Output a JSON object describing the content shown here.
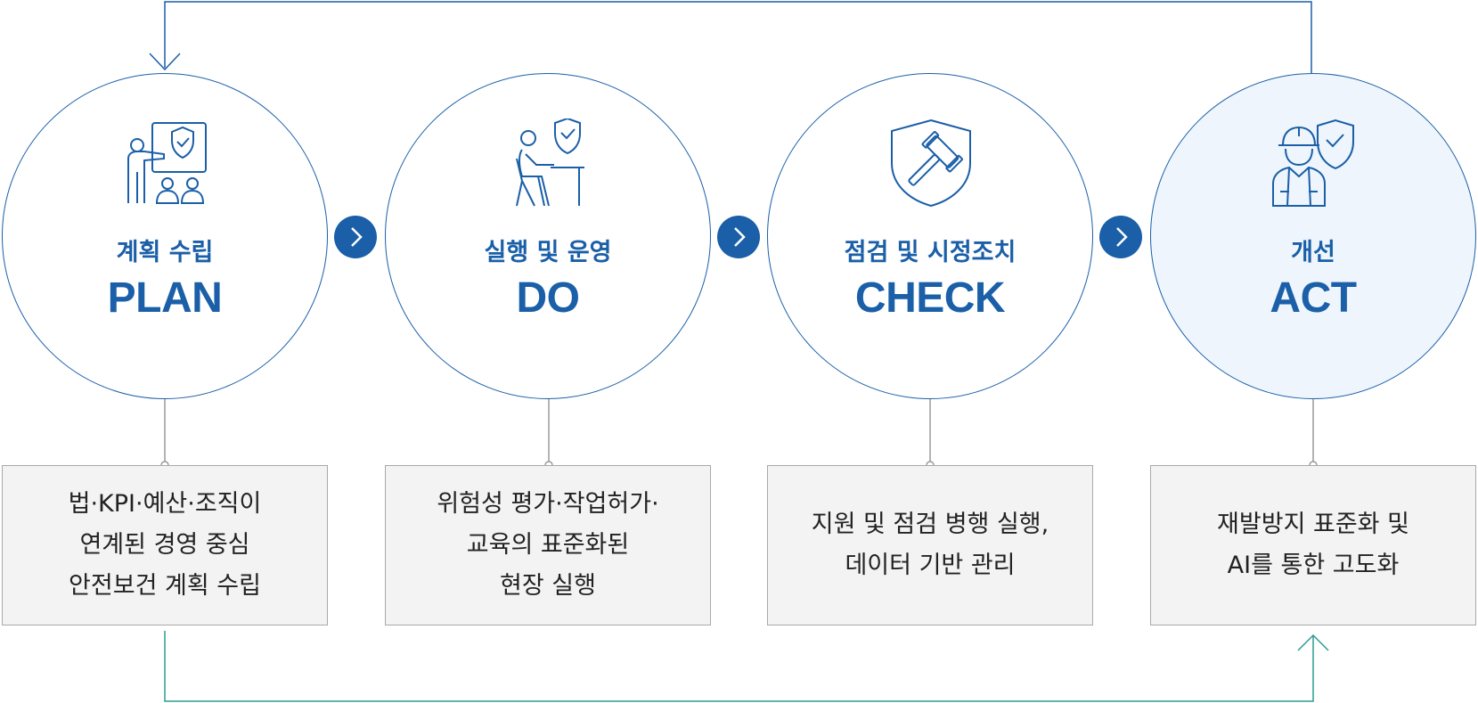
{
  "steps": [
    {
      "kr": "계획 수립",
      "en": "PLAN",
      "icon": "presentation-shield-icon",
      "desc": [
        "법·KPI·예산·조직이",
        "연계된 경영 중심",
        "안전보건 계획 수립"
      ]
    },
    {
      "kr": "실행 및 운영",
      "en": "DO",
      "icon": "worker-desk-shield-icon",
      "desc": [
        "위험성 평가·작업허가·",
        "교육의 표준화된",
        "현장 실행"
      ]
    },
    {
      "kr": "점검 및 시정조치",
      "en": "CHECK",
      "icon": "gavel-shield-icon",
      "desc": [
        "지원 및 점검 병행 실행,",
        "데이터 기반 관리"
      ]
    },
    {
      "kr": "개선",
      "en": "ACT",
      "icon": "helmet-worker-shield-icon",
      "desc": [
        "재발방지 표준화 및",
        "AI를 통한 고도화"
      ]
    }
  ],
  "colors": {
    "primary": "#1a5fa8",
    "feedback_line": "#2a9d8f",
    "box_bg": "#f3f3f3",
    "box_border": "#a9a9a9",
    "act_bg": "#eef5fc"
  }
}
